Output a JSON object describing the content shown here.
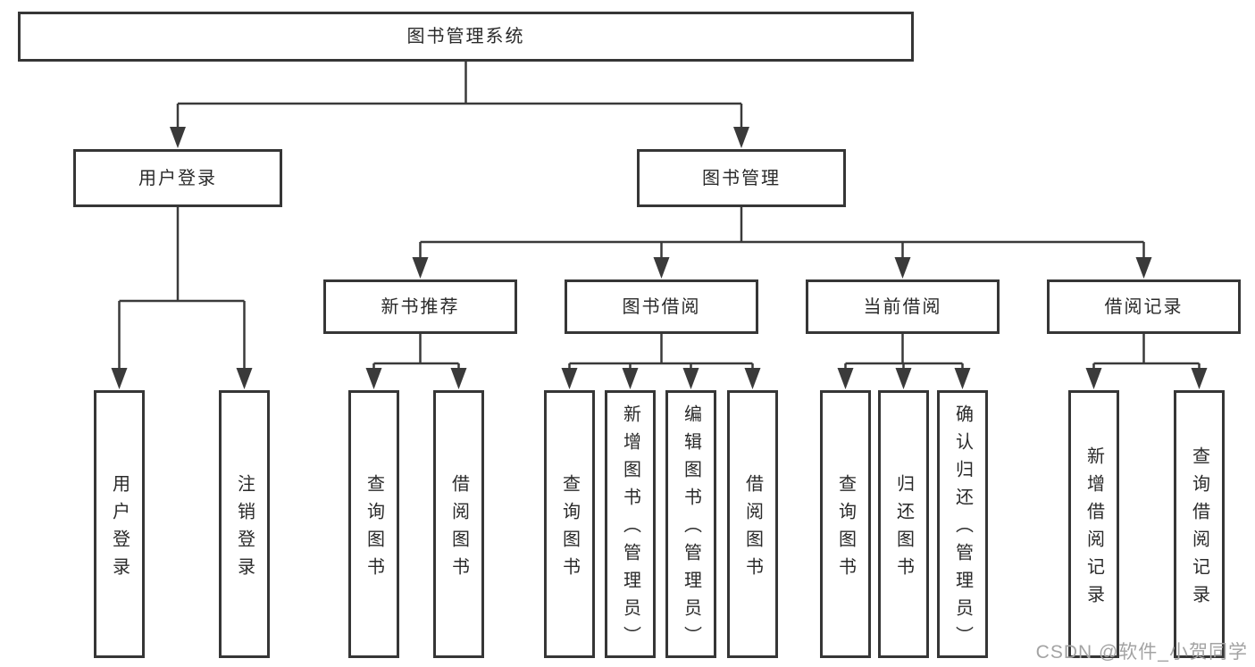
{
  "colors": {
    "line": "#3a3a3a",
    "border": "#363636",
    "text": "#2a2a2a",
    "watermark": "#a3a3a3",
    "background": "#ffffff"
  },
  "watermark": {
    "text": "CSDN @软件_小贺同学"
  },
  "tree": {
    "root": {
      "label": "图书管理系统"
    },
    "branches": [
      {
        "label": "用户登录",
        "leaves": [
          {
            "label": "用户登录"
          },
          {
            "label": "注销登录"
          }
        ]
      },
      {
        "label": "图书管理",
        "groups": [
          {
            "label": "新书推荐",
            "leaves": [
              {
                "label": "查询图书"
              },
              {
                "label": "借阅图书"
              }
            ]
          },
          {
            "label": "图书借阅",
            "leaves": [
              {
                "label": "查询图书"
              },
              {
                "label": "新增图书（管理员）"
              },
              {
                "label": "编辑图书（管理员）"
              },
              {
                "label": "借阅图书"
              }
            ]
          },
          {
            "label": "当前借阅",
            "leaves": [
              {
                "label": "查询图书"
              },
              {
                "label": "归还图书"
              },
              {
                "label": "确认归还（管理员）"
              }
            ]
          },
          {
            "label": "借阅记录",
            "leaves": [
              {
                "label": "新增借阅记录"
              },
              {
                "label": "查询借阅记录"
              }
            ]
          }
        ]
      }
    ]
  }
}
